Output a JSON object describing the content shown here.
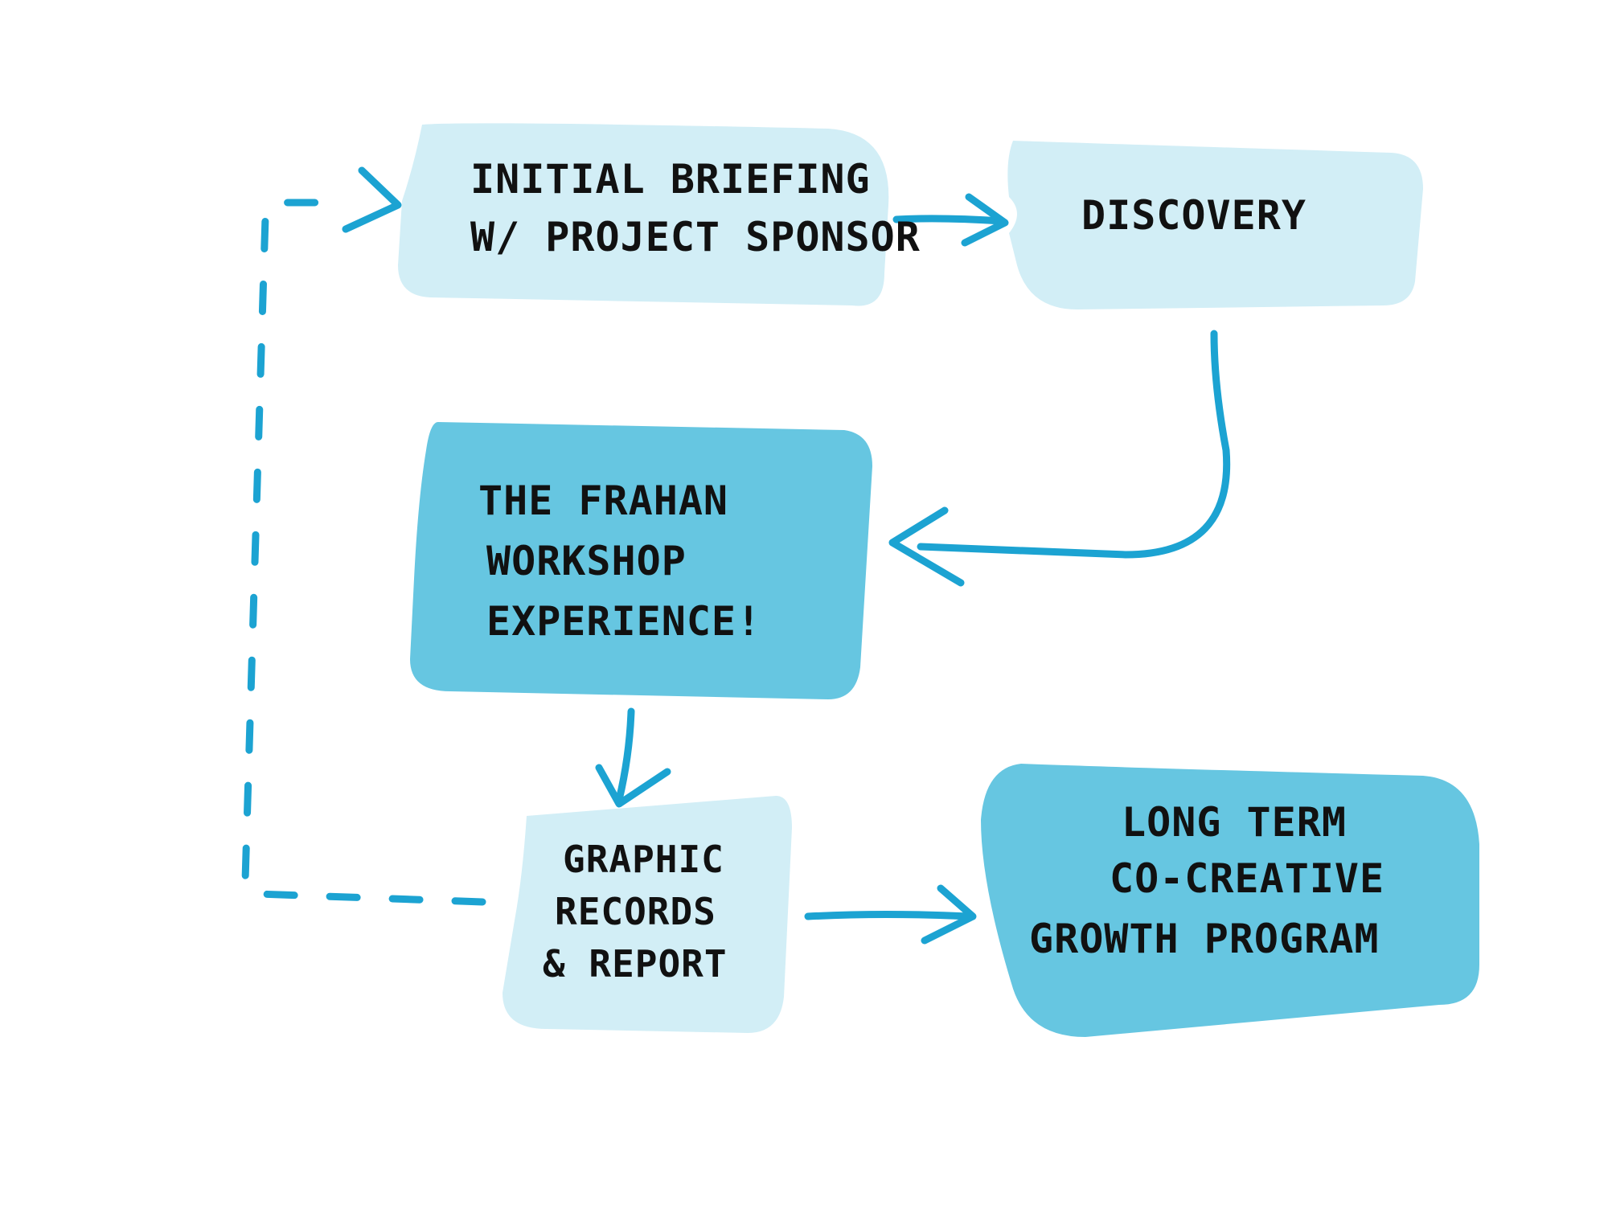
{
  "colors": {
    "light_box": "#d2eef6",
    "dark_box": "#66c6e1",
    "arrow": "#1ca3d2",
    "text": "#111111"
  },
  "nodes": {
    "initial_briefing": {
      "line1": "INITIAL BRIEFING",
      "line2": "W/ PROJECT SPONSOR"
    },
    "discovery": {
      "line1": "DISCOVERY"
    },
    "workshop": {
      "line1": "THE FRAHAN",
      "line2": "WORKSHOP",
      "line3": "EXPERIENCE!"
    },
    "graphic_records": {
      "line1": "GRAPHIC",
      "line2": "RECORDS",
      "line3": "& REPORT"
    },
    "long_term": {
      "line1": "LONG TERM",
      "line2": "CO-CREATIVE",
      "line3": "GROWTH PROGRAM"
    }
  }
}
